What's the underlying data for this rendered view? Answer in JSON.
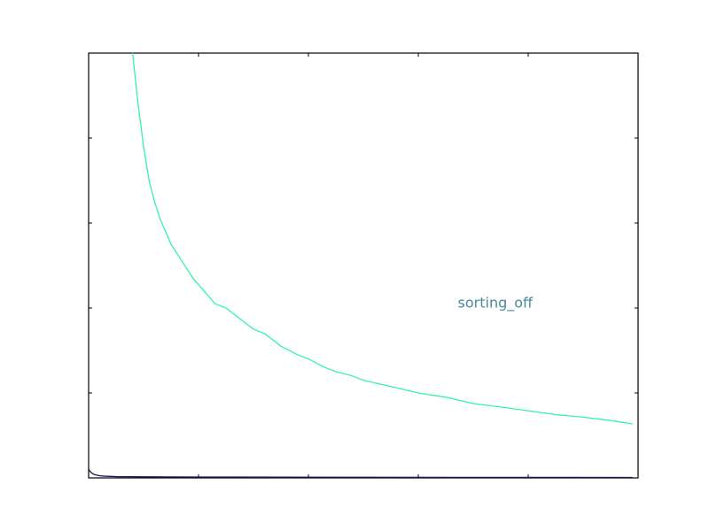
{
  "chart_data": {
    "type": "line",
    "title": "",
    "xlabel": "",
    "ylabel": "",
    "grid": false,
    "legend": "none",
    "xlim": [
      0,
      100
    ],
    "ylim": [
      0,
      100
    ],
    "series": [
      {
        "color": "#34f5a2",
        "x": [
          8,
          9,
          10,
          11,
          12,
          13,
          15,
          17,
          19,
          21,
          23,
          25,
          28,
          30,
          32,
          35,
          38,
          40,
          43,
          45,
          48,
          50,
          55,
          60,
          65,
          70,
          75,
          80,
          85,
          90,
          95,
          99
        ],
        "y": [
          100,
          88,
          78,
          70,
          65,
          61,
          55,
          51,
          47,
          44,
          41,
          40,
          37,
          35,
          34,
          31,
          29,
          28,
          26,
          25,
          24,
          23,
          21.5,
          20,
          19,
          17.5,
          16.7,
          15.8,
          14.9,
          14.3,
          13.5,
          12.7
        ]
      },
      {
        "color": "#2a0a59",
        "x": [
          0,
          0.5,
          1,
          2,
          3,
          5,
          10,
          20,
          50,
          99
        ],
        "y": [
          2.0,
          1.2,
          0.8,
          0.5,
          0.4,
          0.3,
          0.25,
          0.2,
          0.15,
          0.1
        ]
      }
    ],
    "annotations": [
      {
        "text": "sorting_off",
        "x": 74,
        "y": 41,
        "color": "#4a8a9a"
      }
    ]
  }
}
